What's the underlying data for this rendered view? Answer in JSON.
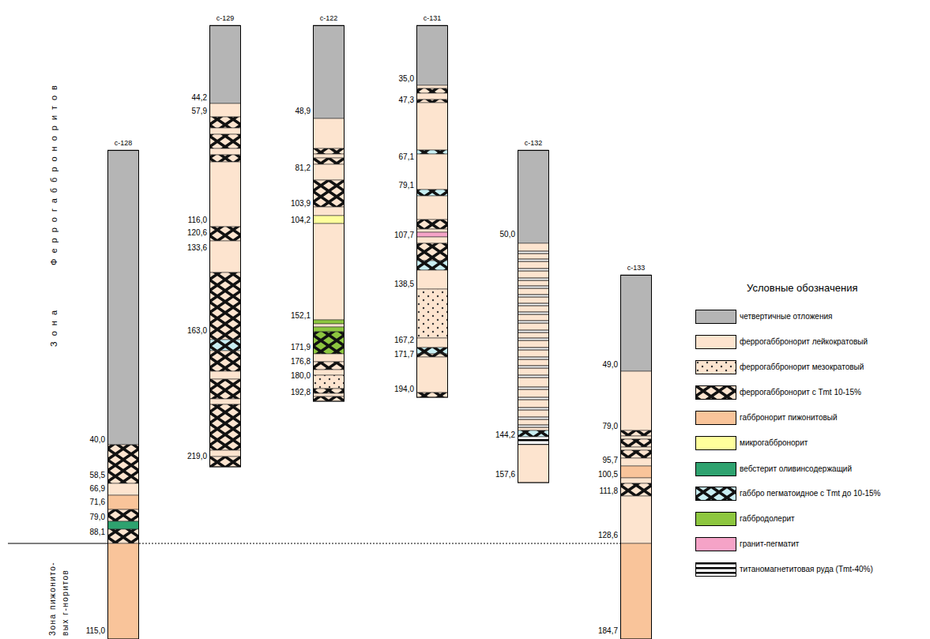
{
  "diagram": {
    "nodes": [
      {
        "text": [
          "с-128"
        ]
      },
      {
        "text": [
          "с-129"
        ]
      },
      {
        "text": [
          "с-122"
        ]
      },
      {
        "text": [
          "с-131"
        ]
      },
      {
        "text": [
          "с-132"
        ]
      },
      {
        "text": [
          "с-133"
        ]
      }
    ],
    "labels": [
      "Зона Феррогабброноритов",
      "Зона пижонито- вых г-норитов",
      "Условные обозначения",
      "40,0",
      "58,5",
      "66,9",
      "71,6",
      "79,0",
      "88,1",
      "115,0",
      "44,2",
      "57,9",
      "116,0",
      "120,6",
      "133,6",
      "163,0",
      "219,0",
      "48,9",
      "81,2",
      "103,9",
      "104,2",
      "152,1",
      "171,9",
      "176,8",
      "180,0",
      "192,8",
      "35,0",
      "47,3",
      "67,1",
      "79,1",
      "107,7",
      "138,5",
      "167,2",
      "171,7",
      "194,0",
      "50,0",
      "144,2",
      "157,6",
      "49,0",
      "79,0",
      "95,7",
      "100,5",
      "111,8",
      "128,6",
      "184,7"
    ],
    "legend": [
      {
        "text": "четвертичные отложения",
        "color": "#b5b5b5"
      },
      {
        "text": "феррогаббронорит лейкократовый",
        "color": "#fde4cf"
      },
      {
        "text": "феррогаббронорит мезократовый"
      },
      {
        "text": "феррогаббронорит с Tmt 10-15%"
      },
      {
        "text": "габбронорит пижонитовый",
        "color": "#f9c49a"
      },
      {
        "text": "микрогаббронорит",
        "color": "#ffff9c"
      },
      {
        "text": "вебстерит оливинсодержащий",
        "color": "#2ea26f"
      },
      {
        "text": "габбро пегматоидное с Tmt до 10-15%"
      },
      {
        "text": "габбродолерит",
        "color": "#8dc63f"
      },
      {
        "text": "гранит-пегматит",
        "color": "#f5a3c7"
      },
      {
        "text": "титаномагнетитовая руда (Tmt-40%)"
      }
    ]
  }
}
